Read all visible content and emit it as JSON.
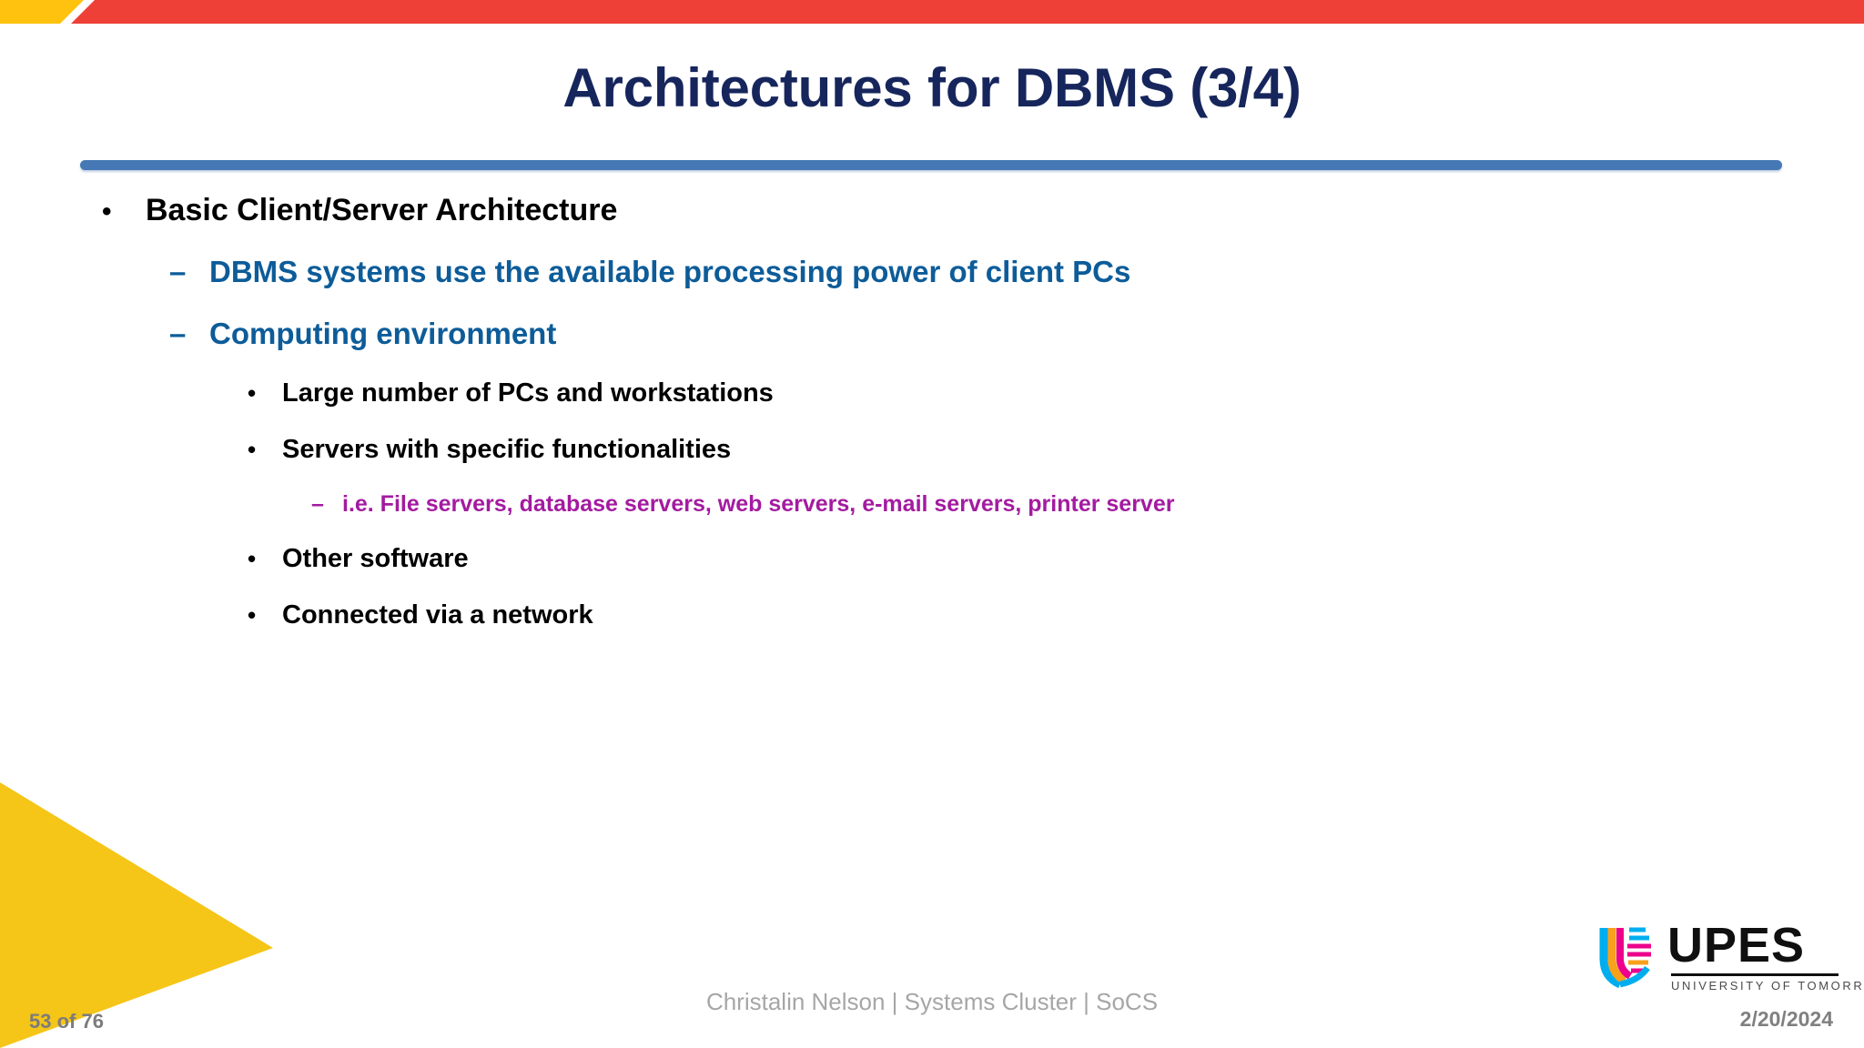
{
  "slide": {
    "title": "Architectures for DBMS (3/4)",
    "number_label": "53 of 76",
    "date": "2/20/2024",
    "footer_credit": "Christalin Nelson | Systems Cluster | SoCS"
  },
  "colors": {
    "banner_yellow": "#FFC20E",
    "banner_red": "#EE4036",
    "title_navy": "#16265C",
    "divider_blue": "#4578B4",
    "level2_blue": "#0D5C99",
    "level4_purple": "#A31BA0",
    "corner_yellow": "#F5C518",
    "footer_gray": "#A6A6A6"
  },
  "bullets": [
    {
      "level": 1,
      "marker": "•",
      "text": "Basic Client/Server Architecture"
    },
    {
      "level": 2,
      "marker": "–",
      "text": "DBMS systems use the available processing power of client PCs"
    },
    {
      "level": 2,
      "marker": "–",
      "text": "Computing environment"
    },
    {
      "level": 3,
      "marker": "•",
      "text": "Large number of PCs and workstations"
    },
    {
      "level": 3,
      "marker": "•",
      "text": "Servers with specific functionalities"
    },
    {
      "level": 4,
      "marker": "–",
      "text": "i.e. File servers, database servers, web servers, e-mail servers, printer server"
    },
    {
      "level": 3,
      "marker": "•",
      "text": "Other software"
    },
    {
      "level": 3,
      "marker": "•",
      "text": "Connected via a network"
    }
  ],
  "logo": {
    "wordmark": "UPES",
    "tagline": "UNIVERSITY OF TOMORROW"
  }
}
